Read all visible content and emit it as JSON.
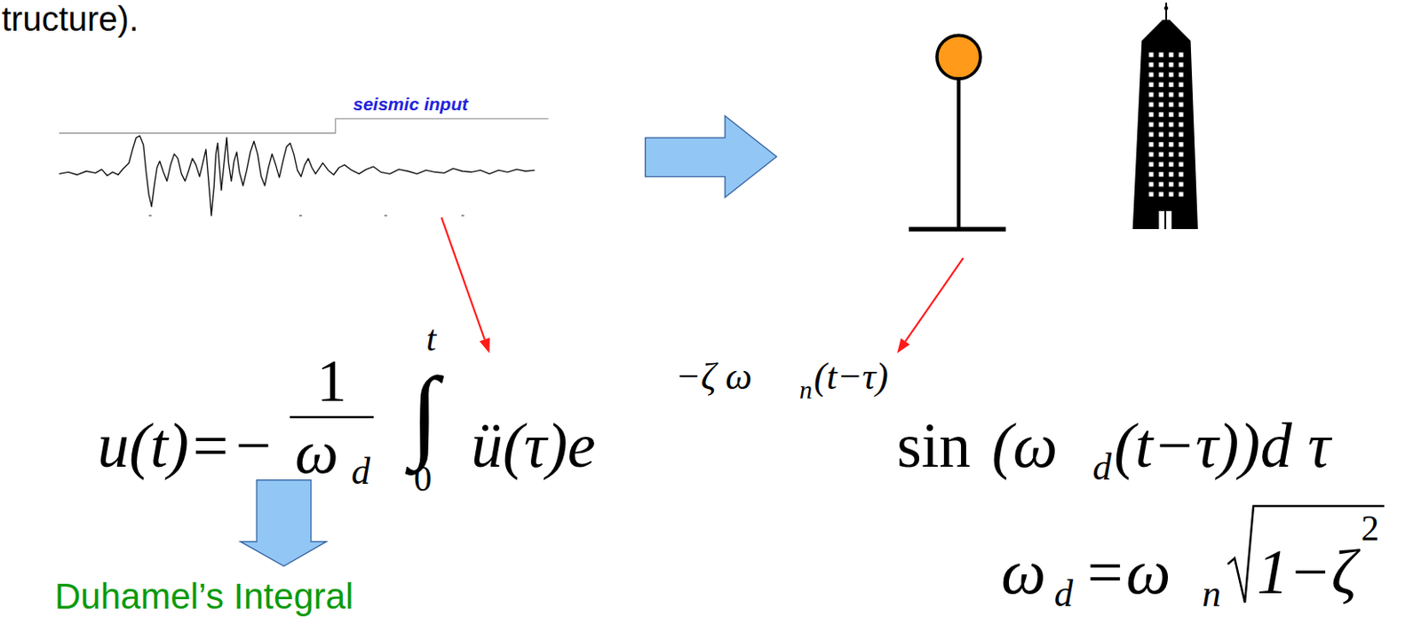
{
  "diagram": {
    "labels": [
      "tructure).",
      "seismic input",
      "u(t)=−",
      "1",
      "ω",
      "d",
      "t",
      "∫",
      "0",
      "ü(τ)e",
      "−ζ ω",
      "n",
      "(t−τ)",
      "sin",
      "(ω",
      "d",
      "(t−τ))d τ",
      "Duhamel’s Integral",
      "ω",
      "d",
      "=ω",
      "n",
      "1−ζ",
      "2"
    ]
  }
}
